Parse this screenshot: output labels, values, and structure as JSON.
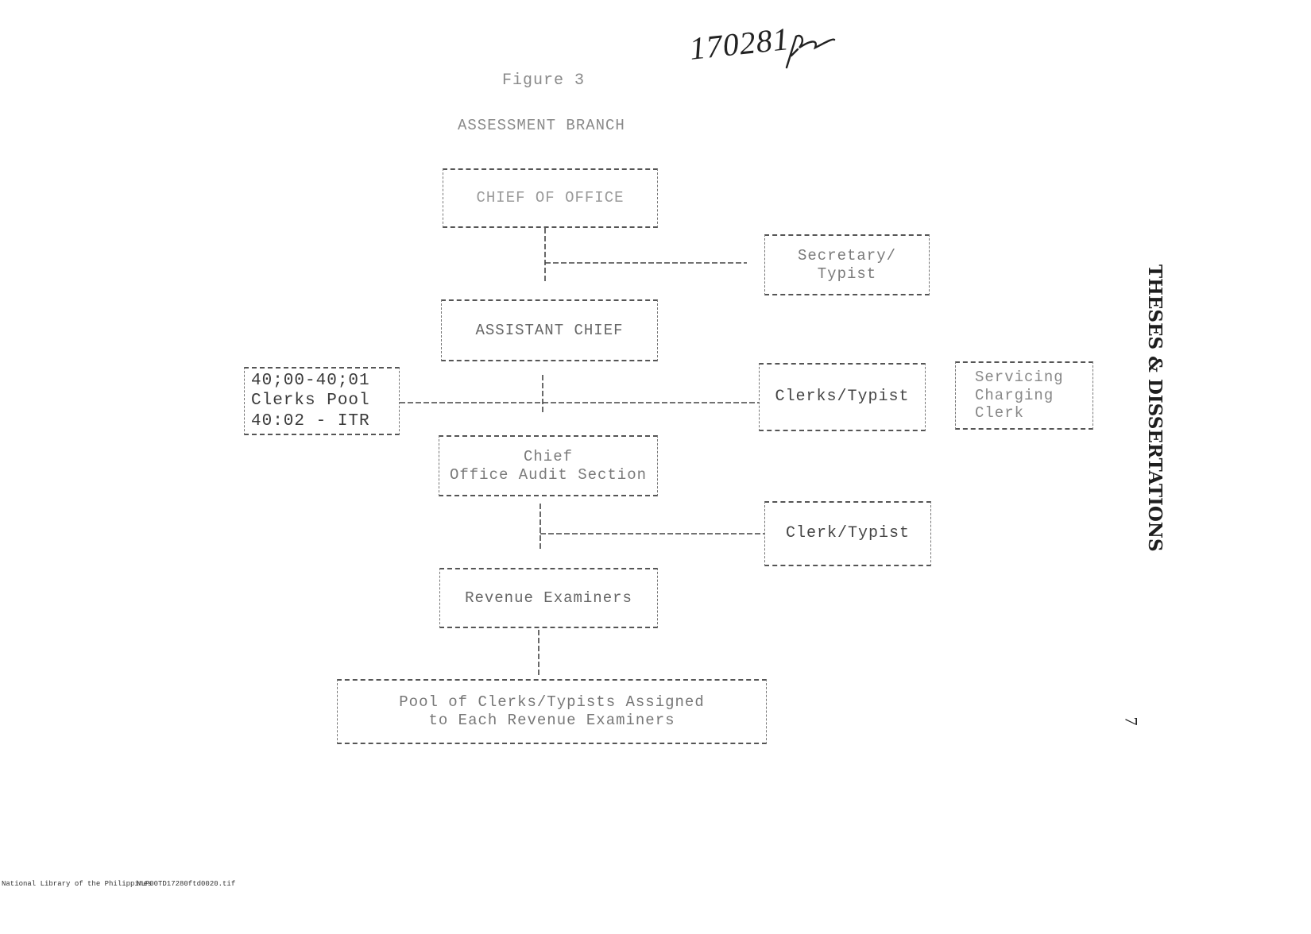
{
  "handwritten_note": "170281",
  "title": {
    "figure": "Figure 3",
    "branch": "ASSESSMENT BRANCH"
  },
  "boxes": {
    "chief_of_office": {
      "lines": [
        "CHIEF OF OFFICE"
      ]
    },
    "secretary_typist": {
      "lines": [
        "Secretary/",
        "Typist"
      ]
    },
    "assistant_chief": {
      "lines": [
        "ASSISTANT CHIEF"
      ]
    },
    "clerks_pool": {
      "lines": [
        "40;00-40;01",
        "Clerks Pool",
        "40:02 - ITR"
      ]
    },
    "clerks_typist": {
      "lines": [
        "Clerks/Typist"
      ]
    },
    "servicing_clerk": {
      "lines": [
        "Servicing",
        "Charging",
        "Clerk"
      ]
    },
    "audit_section": {
      "lines": [
        "Chief",
        "Office Audit Section"
      ]
    },
    "clerk_typist": {
      "lines": [
        "Clerk/Typist"
      ]
    },
    "revenue_examiners": {
      "lines": [
        "Revenue Examiners"
      ]
    },
    "pool_assigned": {
      "lines": [
        "Pool of Clerks/Typists Assigned",
        "to Each Revenue Examiners"
      ]
    }
  },
  "stamp": "THESES & DISSERTATIONS",
  "page_number": "7",
  "footer": {
    "library": "National Library of the Philippines",
    "file": "NLP00TD17280ftd0020.tif"
  }
}
